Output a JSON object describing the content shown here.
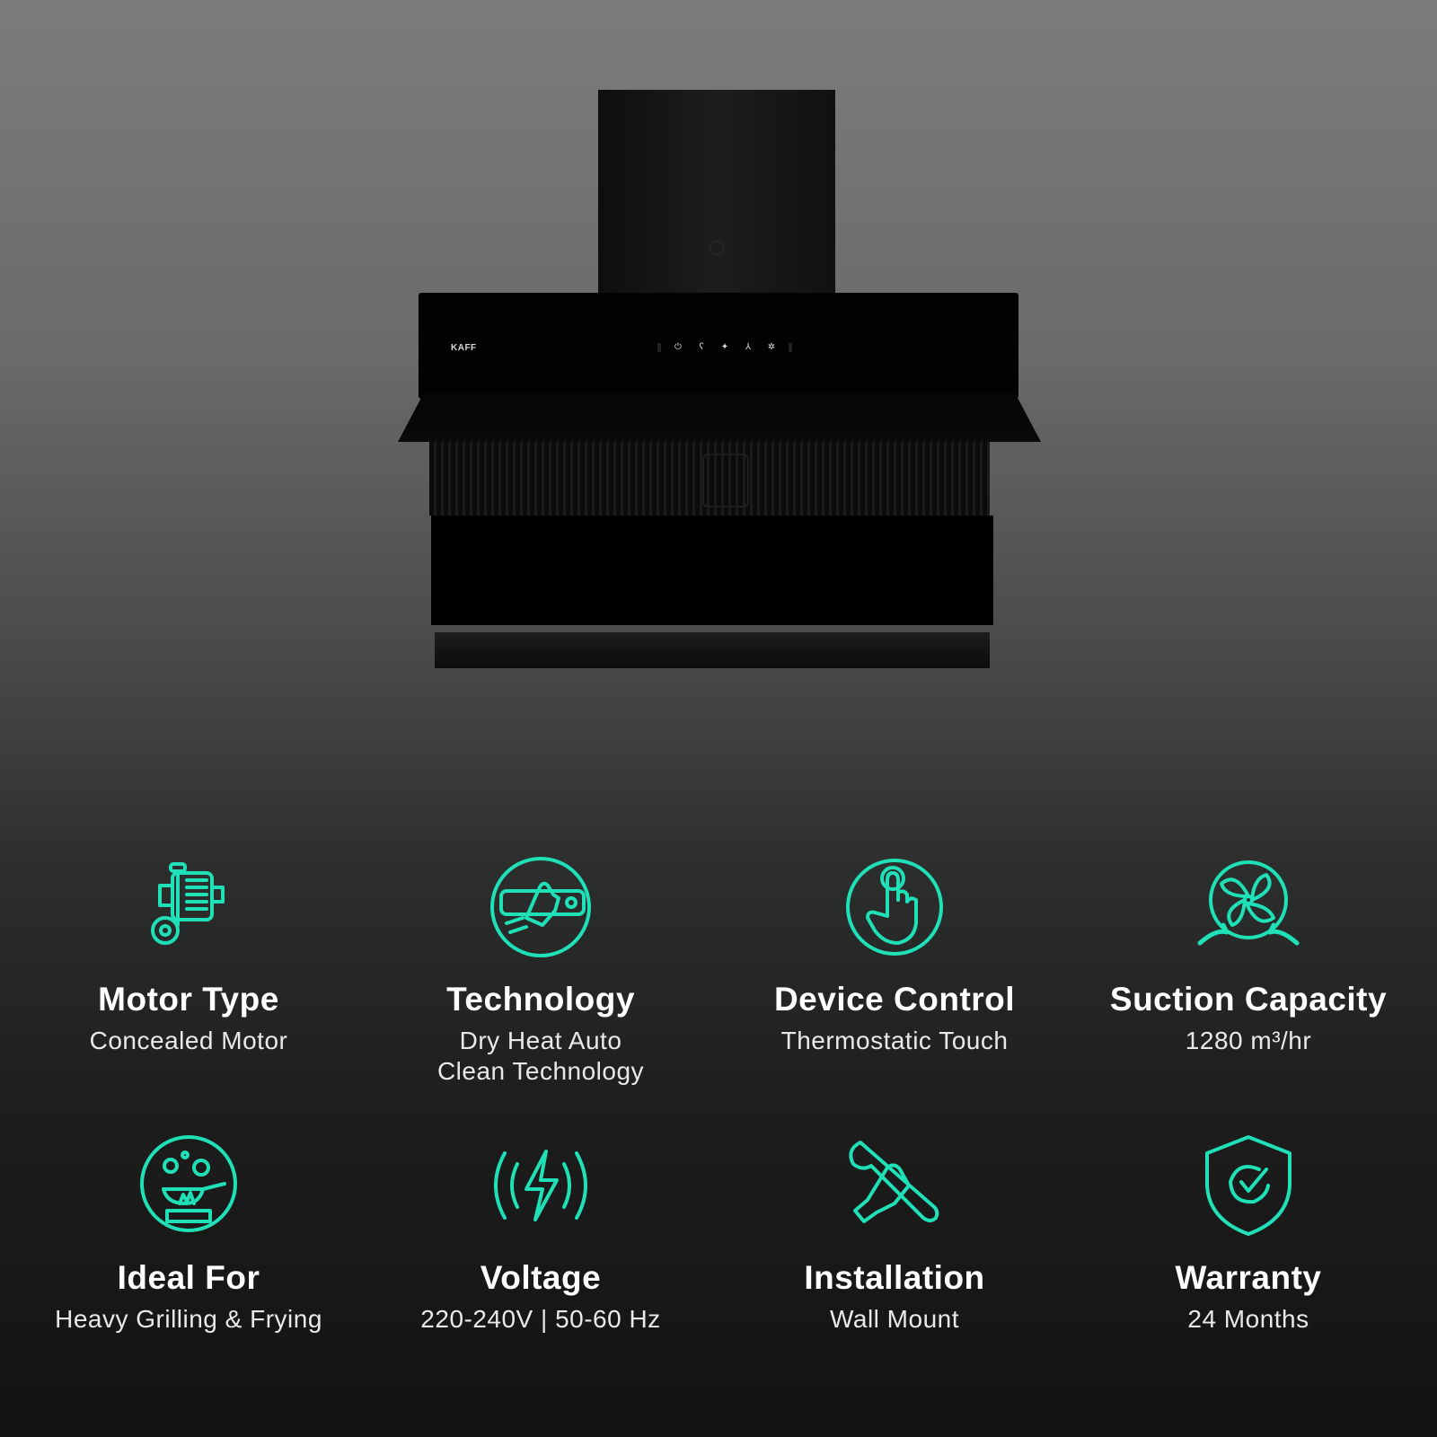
{
  "product": {
    "brand": "KAFF",
    "control_icons": [
      "power-icon",
      "hand-wave-icon",
      "light-icon",
      "fan-icon",
      "sun-boost-icon"
    ]
  },
  "accent_color": "#1fe0b7",
  "features": [
    {
      "title": "Motor Type",
      "value": "Concealed Motor",
      "icon": "motor-gear-icon"
    },
    {
      "title": "Technology",
      "value": "Dry Heat Auto\nClean Technology",
      "icon": "hand-cleaning-icon"
    },
    {
      "title": "Device Control",
      "value": "Thermostatic Touch",
      "icon": "touch-finger-icon"
    },
    {
      "title": "Suction Capacity",
      "value": "1280 m³/hr",
      "icon": "fan-suction-icon"
    },
    {
      "title": "Ideal For",
      "value": "Heavy Grilling & Frying",
      "icon": "frying-pan-icon"
    },
    {
      "title": "Voltage",
      "value": "220-240V | 50-60 Hz",
      "icon": "lightning-icon"
    },
    {
      "title": "Installation",
      "value": "Wall Mount",
      "icon": "wrench-hand-icon"
    },
    {
      "title": "Warranty",
      "value": "24 Months",
      "icon": "shield-check-icon"
    }
  ]
}
